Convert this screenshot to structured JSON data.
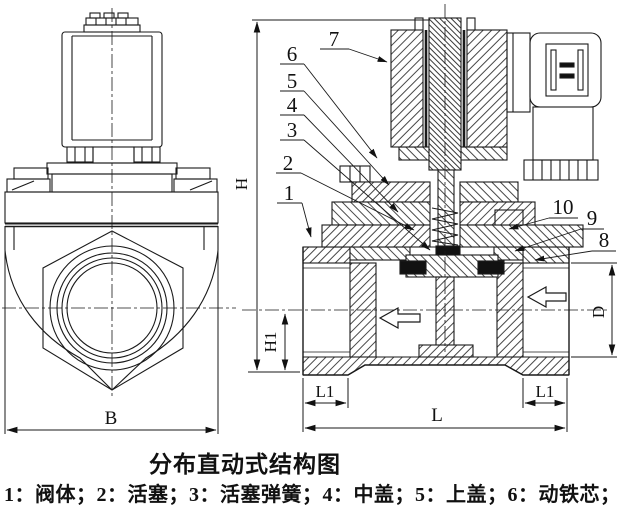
{
  "title": "分布直动式结构图",
  "legend": "1：阀体；2：活塞；3：活塞弹簧；4：中盖；5：上盖；6：动铁芯；",
  "callouts": [
    "1",
    "2",
    "3",
    "4",
    "5",
    "6",
    "7",
    "8",
    "9",
    "10"
  ],
  "dims": {
    "h": "H",
    "h1": "H1",
    "l1": "L1",
    "l": "L",
    "d": "D",
    "b": "B"
  },
  "colors": {
    "line": "#1a1a1a",
    "background": "#ffffff",
    "seal": "#111111"
  }
}
